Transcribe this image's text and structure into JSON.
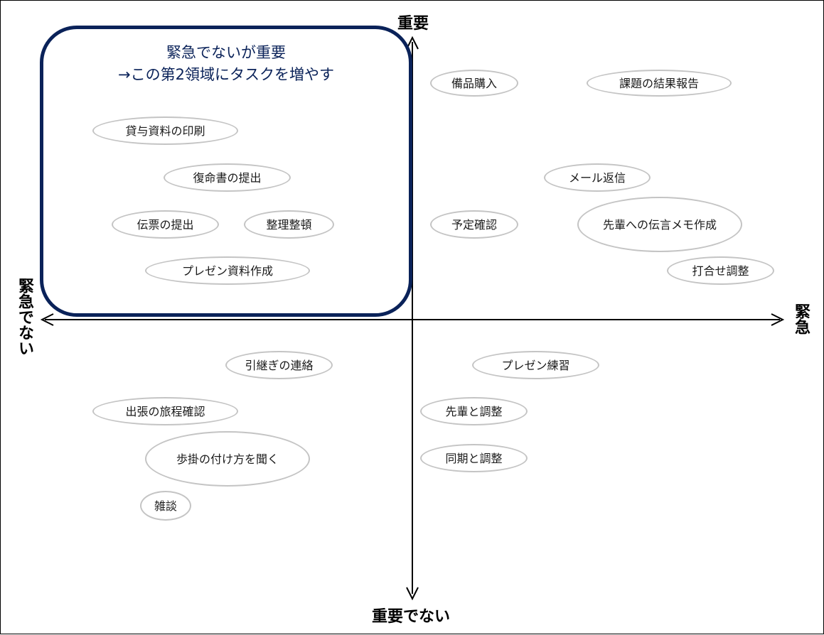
{
  "axes": {
    "top": "重要",
    "bottom": "重要でない",
    "right": "緊急",
    "left": "緊急でない"
  },
  "focus_box": {
    "title_line1": "緊急でないが重要",
    "title_line2": "→この第2領域にタスクを増やす",
    "border_color": "#0a2259"
  },
  "tasks": {
    "urgent_important": [
      "備品購入",
      "課題の結果報告",
      "メール返信",
      "予定確認",
      "先輩への伝言メモ作成",
      "打合せ調整"
    ],
    "not_urgent_important": [
      "貸与資料の印刷",
      "復命書の提出",
      "伝票の提出",
      "整理整頓",
      "プレゼン資料作成"
    ],
    "not_urgent_not_important": [
      "引継ぎの連絡",
      "出張の旅程確認",
      "歩掛の付け方を聞く",
      "雑談"
    ],
    "urgent_not_important": [
      "プレゼン練習",
      "先輩と調整",
      "同期と調整"
    ]
  }
}
